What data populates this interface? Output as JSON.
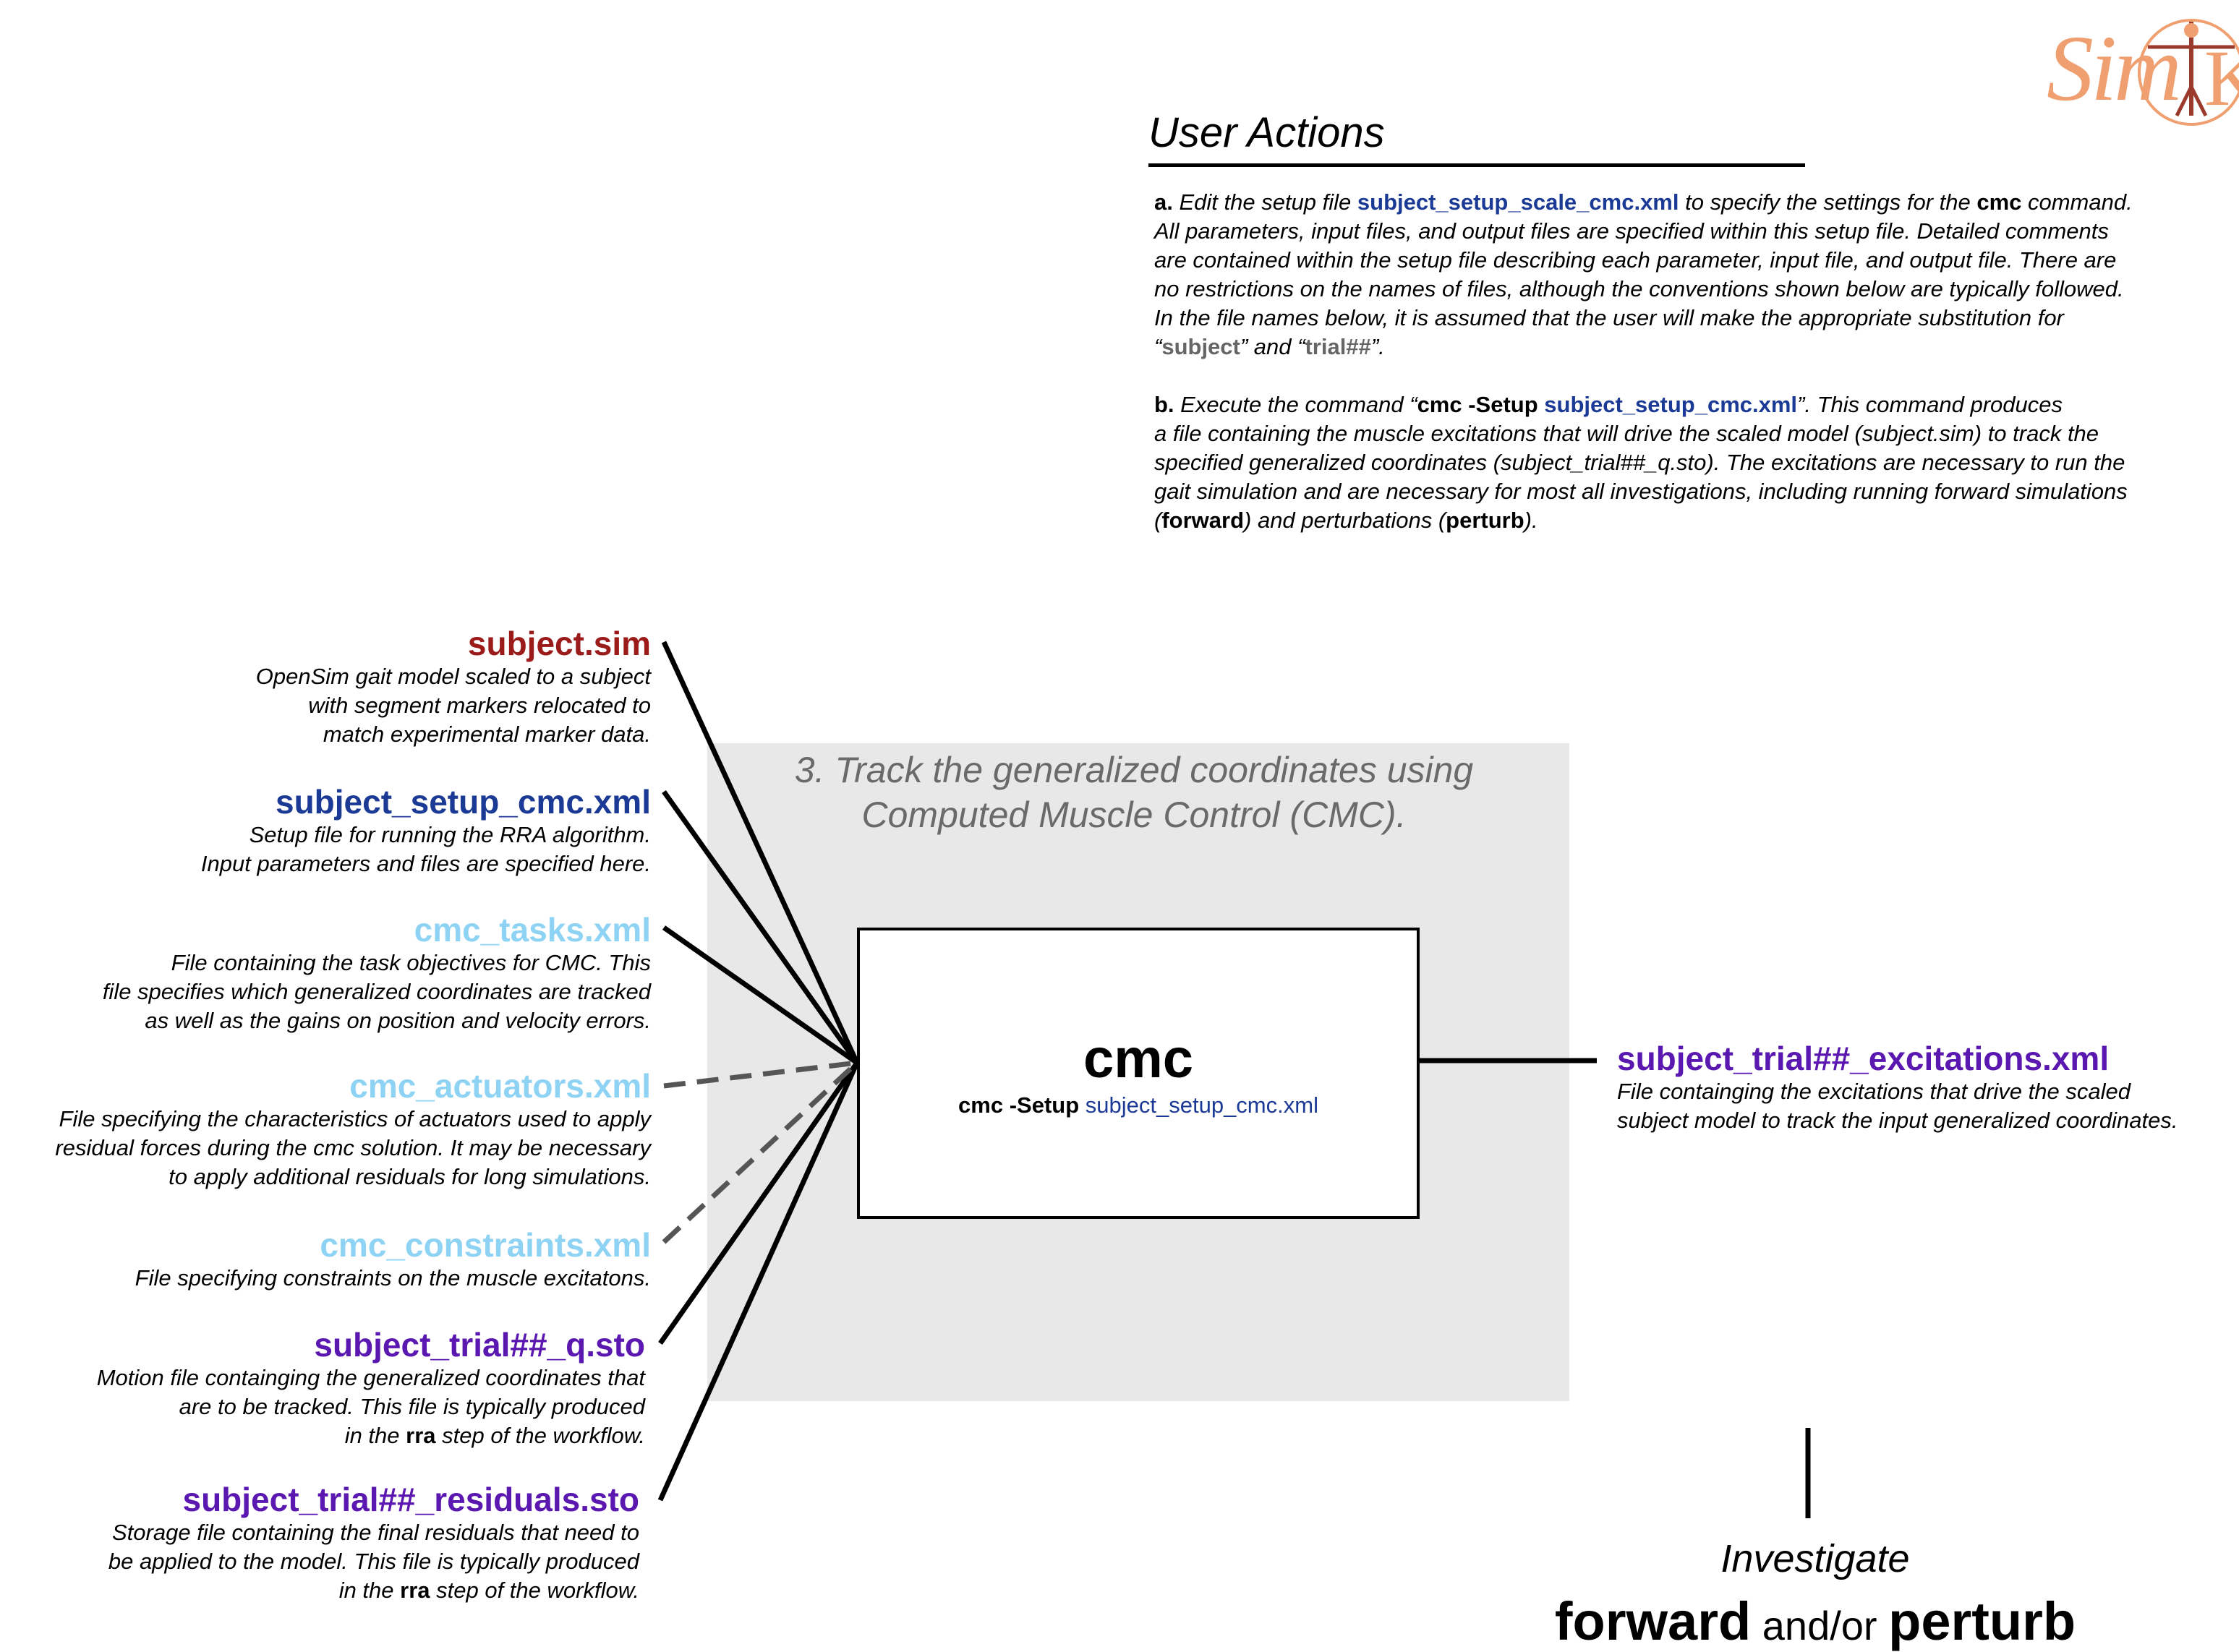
{
  "logo": {
    "text": "Sim",
    "icon": "simtk-vitruvian-logo"
  },
  "user_actions": {
    "title": "User Actions",
    "a": {
      "letter": "a.",
      "t1": " Edit the setup file ",
      "file": "subject_setup_scale_cmc.xml",
      "t2": " to specify the settings for the ",
      "cmd": "cmc",
      "t3": " command.\nAll parameters, input files, and output files are specified within this setup file.  Detailed comments\nare contained within the setup file describing each parameter, input file, and output file.  There are\nno restrictions on the names of files, although the conventions shown below are typically followed.\nIn the file names below, it is assumed that the user will make the appropriate substitution for\n“",
      "subject": "subject",
      "t4": "” and “",
      "trial": "trial##",
      "t5": "”."
    },
    "b": {
      "letter": "b.",
      "t1": " Execute the command “",
      "cmd": "cmc -Setup ",
      "file": "subject_setup_cmc.xml",
      "t2": "”.  This command produces\na file containing the muscle excitations that will drive the scaled model (subject.sim) to track the\nspecified generalized coordinates (subject_trial##_q.sto).  The excitations are necessary to run the\ngait simulation and are necessary for most all investigations, including running forward simulations\n(",
      "forward": "forward",
      "t3": ") and perturbations (",
      "perturb": "perturb",
      "t4": ")."
    }
  },
  "panel": {
    "title": "3. Track the generalized coordinates using\nComputed Muscle Control (CMC).",
    "box_title": "cmc",
    "box_cmd": "cmc -Setup ",
    "box_file": "subject_setup_cmc.xml"
  },
  "inputs": [
    {
      "name": "subject.sim",
      "color": "#9b1a1a",
      "desc": "OpenSim gait model scaled to a subject\nwith segment markers relocated to\nmatch experimental marker data.",
      "line": "solid"
    },
    {
      "name": "subject_setup_cmc.xml",
      "color": "#1a3a95",
      "desc": "Setup file for running the RRA algorithm.\nInput parameters and files are specified here.",
      "line": "solid"
    },
    {
      "name": "cmc_tasks.xml",
      "color": "#8fd3f4",
      "desc": "File containing the task objectives for CMC. This\nfile specifies which generalized coordinates are tracked\nas well as the gains on position and velocity errors.",
      "line": "solid"
    },
    {
      "name": "cmc_actuators.xml",
      "color": "#8fd3f4",
      "desc": "File specifying the characteristics of actuators used to apply\nresidual forces during the cmc solution.  It may be necessary\nto apply additional residuals for long simulations.",
      "line": "dashed"
    },
    {
      "name": "cmc_constraints.xml",
      "color": "#8fd3f4",
      "desc": "File specifying constraints on the muscle excitatons.",
      "line": "dashed"
    },
    {
      "name": "subject_trial##_q.sto",
      "color": "#5a18b0",
      "desc_pre": "Motion file containging the generalized coordinates that\nare to be tracked.  This file is typically produced\nin the ",
      "desc_bold": "rra",
      "desc_post": " step of the workflow.",
      "line": "solid"
    },
    {
      "name": "subject_trial##_residuals.sto",
      "color": "#5a18b0",
      "desc_pre": "Storage file containing the final residuals that need to\nbe applied to the model.  This file is typically produced\nin the ",
      "desc_bold": "rra",
      "desc_post": " step of the workflow.",
      "line": "solid"
    }
  ],
  "output": {
    "name": "subject_trial##_excitations.xml",
    "desc": "File containging the excitations that drive the scaled\nsubject model to track the input generalized coordinates."
  },
  "investigate": {
    "label": "Investigate",
    "forward": "forward",
    "andor": " and/or ",
    "perturb": "perturb"
  }
}
